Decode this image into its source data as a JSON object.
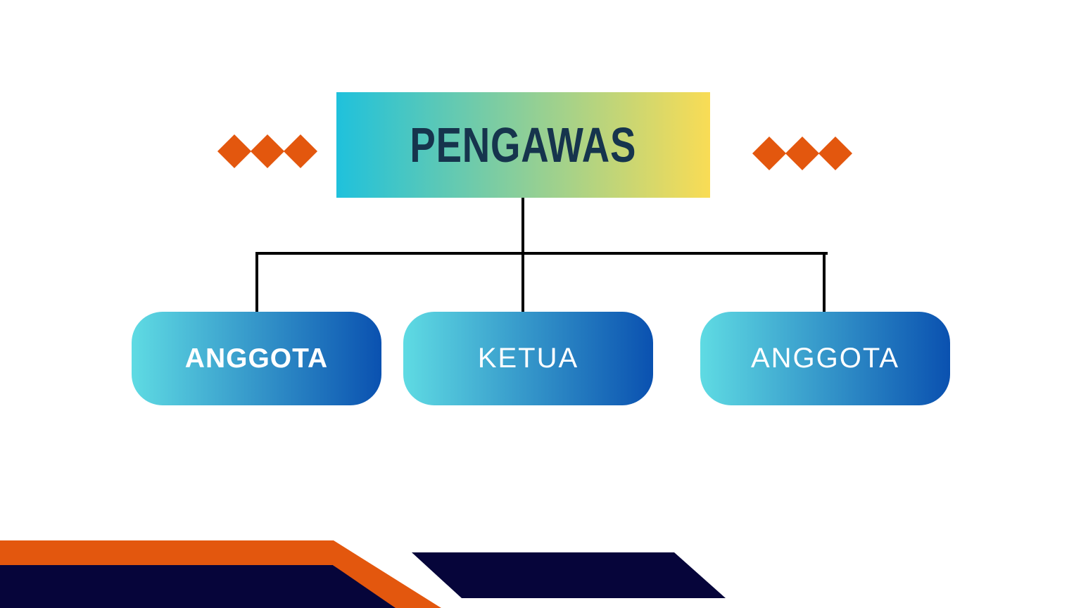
{
  "theme": {
    "background": "#FFFFFF",
    "header_gradient_start": "#1FC1DC",
    "header_gradient_end": "#F9DC55",
    "node_gradient_start": "#5FDBE3",
    "node_gradient_end": "#0A51B0",
    "header_text_color": "#16344D",
    "node_text_color": "#FFFFFF",
    "connector_color": "#000000",
    "diamond_color": "#E3570E",
    "ribbon_navy": "#06053A",
    "ribbon_orange": "#E3570E"
  },
  "org_chart": {
    "root": {
      "label": "PENGAWAS"
    },
    "children": [
      {
        "label": "ANGGOTA"
      },
      {
        "label": "KETUA"
      },
      {
        "label": "ANGGOTA"
      }
    ]
  },
  "decorations": {
    "left_diamonds_count": 3,
    "right_diamonds_count": 3
  }
}
